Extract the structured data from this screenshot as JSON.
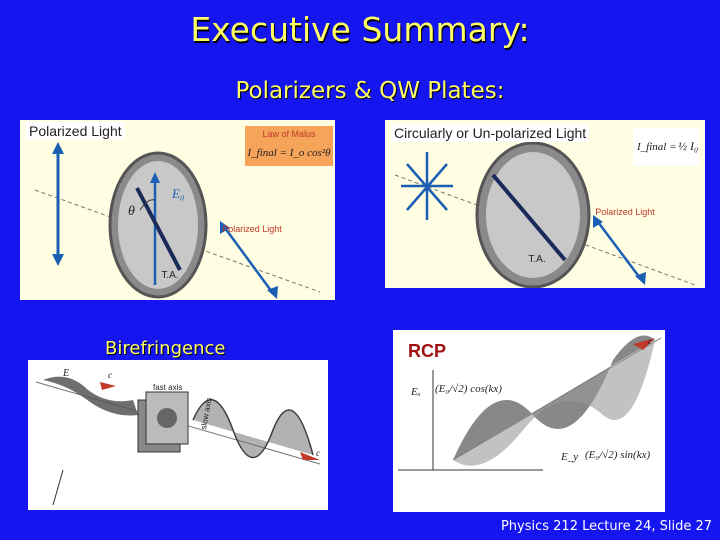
{
  "title": "Executive Summary:",
  "subtitle": "Polarizers & QW Plates:",
  "panels": {
    "polarized": {
      "label": "Polarized Light",
      "malus_title": "Law of Malus",
      "malus_formula": "I_final = I_o cos²θ",
      "ta": "T.A.",
      "polarized_light": "Polarized Light",
      "e_label": "E₀",
      "theta": "θ"
    },
    "circular": {
      "label": "Circularly or Un-polarized Light",
      "formula_lhs": "I_final =",
      "formula_rhs": "½ I₀",
      "ta": "T.A.",
      "polarized_light": "Polarized Light"
    },
    "birefringence": {
      "label": "Birefringence",
      "fast_axis": "fast axis",
      "slow_axis": "slow axis",
      "e": "E",
      "c1": "c",
      "c2": "c"
    },
    "rcp": {
      "label": "RCP",
      "ex": "Eₓ",
      "ex_formula": "(E₀/√2) cos(kx)",
      "ey": "E_y",
      "ey_formula": "(E₀/√2) sin(kx)",
      "c": "c"
    }
  },
  "footer": "Physics 212 Lecture 24, Slide 27",
  "colors": {
    "background": "#1515f0",
    "title": "#ffff66",
    "panel_bg": "#fffde2",
    "arrow": "#1a5fb4",
    "malus_box": "#f5a45a"
  }
}
